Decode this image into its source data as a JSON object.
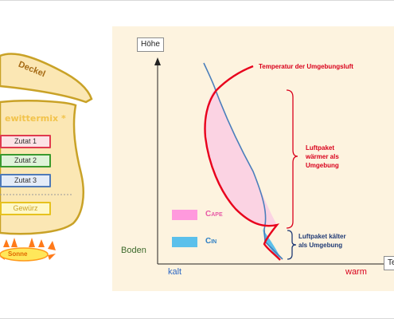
{
  "pot": {
    "lid_label": "Deckel",
    "title": "ewittermix *",
    "ingredients": [
      {
        "label": "Zutat 1",
        "color": "#e03a4f",
        "fill": "#fce3e6"
      },
      {
        "label": "Zutat 2",
        "color": "#3a9a2e",
        "fill": "#dff3d9"
      },
      {
        "label": "Zutat 3",
        "color": "#4e79b8",
        "fill": "#e4ecf8"
      }
    ],
    "spice_label": "Gewürz",
    "heat_label": "Sonne"
  },
  "diagram": {
    "y_axis_label": "Höhe",
    "x_axis_label_partial": "Te",
    "ground_label": "Boden",
    "x_min_label": "kalt",
    "x_max_label": "warm",
    "env_temp_label": "Temperatur der Umgebungsluft",
    "warm_parcel_label": [
      "Luftpaket",
      "wärmer als",
      "Umgebung"
    ],
    "cold_parcel_label": [
      "Luftpaket kälter",
      "als Umgebung"
    ],
    "legend": [
      {
        "label": "Cape",
        "color": "#ff99dd"
      },
      {
        "label": "Cin",
        "color": "#5bc0eb"
      }
    ],
    "colors": {
      "environment_curve": "#e8001c",
      "parcel_curve": "#4a7ebb",
      "cape_fill": "#fbd3e3",
      "cin_fill": "#5bc0eb",
      "bracket": "#d9001b",
      "cold_bracket": "#1f3a75"
    }
  }
}
